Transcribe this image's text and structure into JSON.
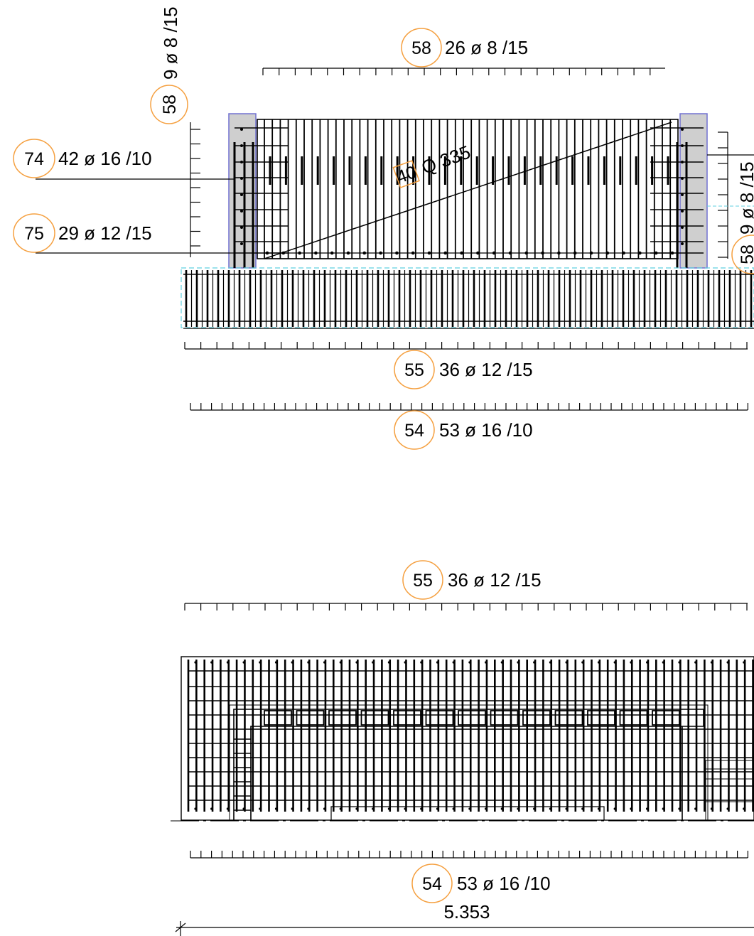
{
  "drawing": {
    "top_bar_label": {
      "pos": "58",
      "text": "26 ø 8 /15"
    },
    "left_vertical_label": {
      "pos": "58",
      "text": "9 ø 8 /15"
    },
    "right_vertical_label": {
      "pos": "58",
      "text": "9 ø 8 /15"
    },
    "left_labels": [
      {
        "pos": "74",
        "text": "42 ø 16 /10"
      },
      {
        "pos": "75",
        "text": "29 ø 12 /15"
      }
    ],
    "mesh_label": {
      "pos": "40",
      "text": "Q 335"
    },
    "section_bottom_labels": [
      {
        "pos": "55",
        "text": "36 ø 12 /15"
      },
      {
        "pos": "54",
        "text": "53 ø 16 /10"
      }
    ],
    "plan_top_label": {
      "pos": "55",
      "text": "36 ø 12 /15"
    },
    "plan_bottom_label": {
      "pos": "54",
      "text": "53 ø 16 /10"
    },
    "dimension": "5.353",
    "colors": {
      "marker": "#f5a040",
      "wall_fill": "#cfcfcf",
      "wall_stroke": "#7070d0",
      "dash_cyan": "#60d0e0",
      "line": "#000000"
    }
  }
}
